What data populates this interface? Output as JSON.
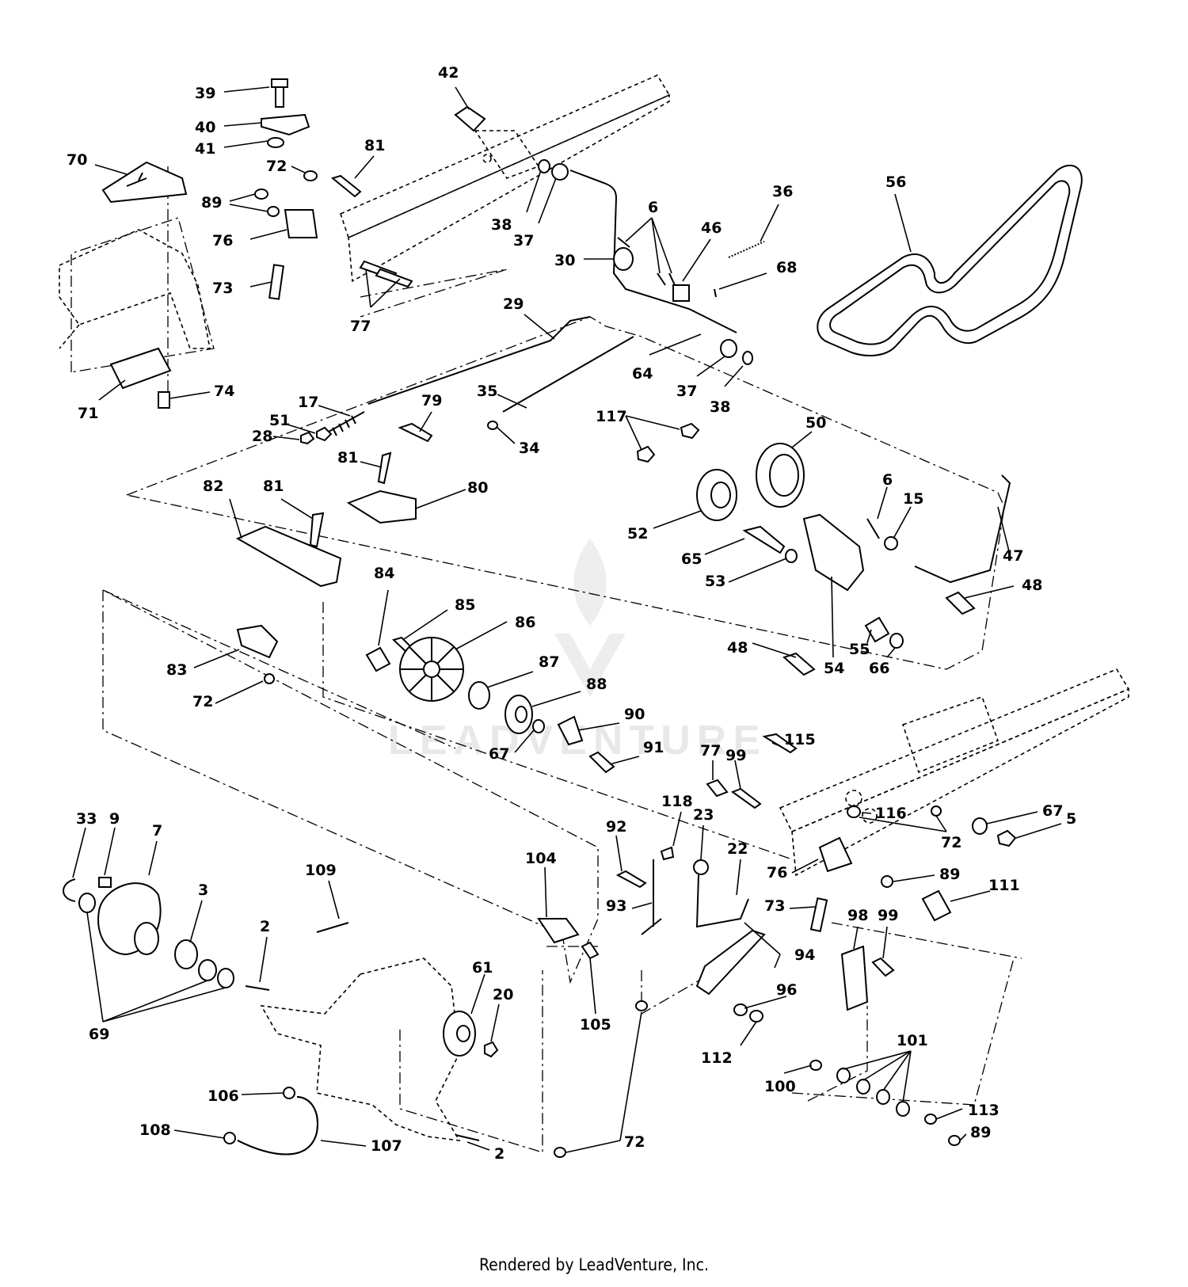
{
  "footer": "Rendered by LeadVenture, Inc.",
  "watermark": "LEADVENTURE",
  "callouts": [
    {
      "id": "c39",
      "text": "39"
    },
    {
      "id": "c40",
      "text": "40"
    },
    {
      "id": "c41",
      "text": "41"
    },
    {
      "id": "c42",
      "text": "42"
    },
    {
      "id": "c70",
      "text": "70"
    },
    {
      "id": "c81a",
      "text": "81"
    },
    {
      "id": "c72a",
      "text": "72"
    },
    {
      "id": "c89a",
      "text": "89"
    },
    {
      "id": "c76a",
      "text": "76"
    },
    {
      "id": "c73a",
      "text": "73"
    },
    {
      "id": "c77a",
      "text": "77"
    },
    {
      "id": "c38a",
      "text": "38"
    },
    {
      "id": "c37a",
      "text": "37"
    },
    {
      "id": "c30",
      "text": "30"
    },
    {
      "id": "c6a",
      "text": "6"
    },
    {
      "id": "c46",
      "text": "46"
    },
    {
      "id": "c36",
      "text": "36"
    },
    {
      "id": "c68",
      "text": "68"
    },
    {
      "id": "c56",
      "text": "56"
    },
    {
      "id": "c29",
      "text": "29"
    },
    {
      "id": "c64",
      "text": "64"
    },
    {
      "id": "c37b",
      "text": "37"
    },
    {
      "id": "c38b",
      "text": "38"
    },
    {
      "id": "c71",
      "text": "71"
    },
    {
      "id": "c74",
      "text": "74"
    },
    {
      "id": "c17",
      "text": "17"
    },
    {
      "id": "c51",
      "text": "51"
    },
    {
      "id": "c28",
      "text": "28"
    },
    {
      "id": "c35",
      "text": "35"
    },
    {
      "id": "c79",
      "text": "79"
    },
    {
      "id": "c34",
      "text": "34"
    },
    {
      "id": "c117",
      "text": "117"
    },
    {
      "id": "c50",
      "text": "50"
    },
    {
      "id": "c81b",
      "text": "81"
    },
    {
      "id": "c82",
      "text": "82"
    },
    {
      "id": "c81c",
      "text": "81"
    },
    {
      "id": "c80",
      "text": "80"
    },
    {
      "id": "c6b",
      "text": "6"
    },
    {
      "id": "c15",
      "text": "15"
    },
    {
      "id": "c52",
      "text": "52"
    },
    {
      "id": "c47",
      "text": "47"
    },
    {
      "id": "c65",
      "text": "65"
    },
    {
      "id": "c53",
      "text": "53"
    },
    {
      "id": "c48a",
      "text": "48"
    },
    {
      "id": "c84",
      "text": "84"
    },
    {
      "id": "c85",
      "text": "85"
    },
    {
      "id": "c86",
      "text": "86"
    },
    {
      "id": "c48b",
      "text": "48"
    },
    {
      "id": "c55",
      "text": "55"
    },
    {
      "id": "c54",
      "text": "54"
    },
    {
      "id": "c66",
      "text": "66"
    },
    {
      "id": "c83",
      "text": "83"
    },
    {
      "id": "c87",
      "text": "87"
    },
    {
      "id": "c88",
      "text": "88"
    },
    {
      "id": "c72b",
      "text": "72"
    },
    {
      "id": "c90",
      "text": "90"
    },
    {
      "id": "c91",
      "text": "91"
    },
    {
      "id": "c67a",
      "text": "67"
    },
    {
      "id": "c115",
      "text": "115"
    },
    {
      "id": "c77b",
      "text": "77"
    },
    {
      "id": "c99a",
      "text": "99"
    },
    {
      "id": "c118",
      "text": "118"
    },
    {
      "id": "c23",
      "text": "23"
    },
    {
      "id": "c116",
      "text": "116"
    },
    {
      "id": "c67b",
      "text": "67"
    },
    {
      "id": "c5",
      "text": "5"
    },
    {
      "id": "c33",
      "text": "33"
    },
    {
      "id": "c9",
      "text": "9"
    },
    {
      "id": "c7",
      "text": "7"
    },
    {
      "id": "c92",
      "text": "92"
    },
    {
      "id": "c72c",
      "text": "72"
    },
    {
      "id": "c104",
      "text": "104"
    },
    {
      "id": "c22",
      "text": "22"
    },
    {
      "id": "c109",
      "text": "109"
    },
    {
      "id": "c76b",
      "text": "76"
    },
    {
      "id": "c89b",
      "text": "89"
    },
    {
      "id": "c111",
      "text": "111"
    },
    {
      "id": "c3",
      "text": "3"
    },
    {
      "id": "c93",
      "text": "93"
    },
    {
      "id": "c73b",
      "text": "73"
    },
    {
      "id": "c98",
      "text": "98"
    },
    {
      "id": "c99b",
      "text": "99"
    },
    {
      "id": "c2a",
      "text": "2"
    },
    {
      "id": "c94",
      "text": "94"
    },
    {
      "id": "c61",
      "text": "61"
    },
    {
      "id": "c20",
      "text": "20"
    },
    {
      "id": "c96",
      "text": "96"
    },
    {
      "id": "c69",
      "text": "69"
    },
    {
      "id": "c105",
      "text": "105"
    },
    {
      "id": "c101",
      "text": "101"
    },
    {
      "id": "c112",
      "text": "112"
    },
    {
      "id": "c100",
      "text": "100"
    },
    {
      "id": "c106",
      "text": "106"
    },
    {
      "id": "c113",
      "text": "113"
    },
    {
      "id": "c108",
      "text": "108"
    },
    {
      "id": "c107",
      "text": "107"
    },
    {
      "id": "c2b",
      "text": "2"
    },
    {
      "id": "c72d",
      "text": "72"
    },
    {
      "id": "c89c",
      "text": "89"
    }
  ]
}
